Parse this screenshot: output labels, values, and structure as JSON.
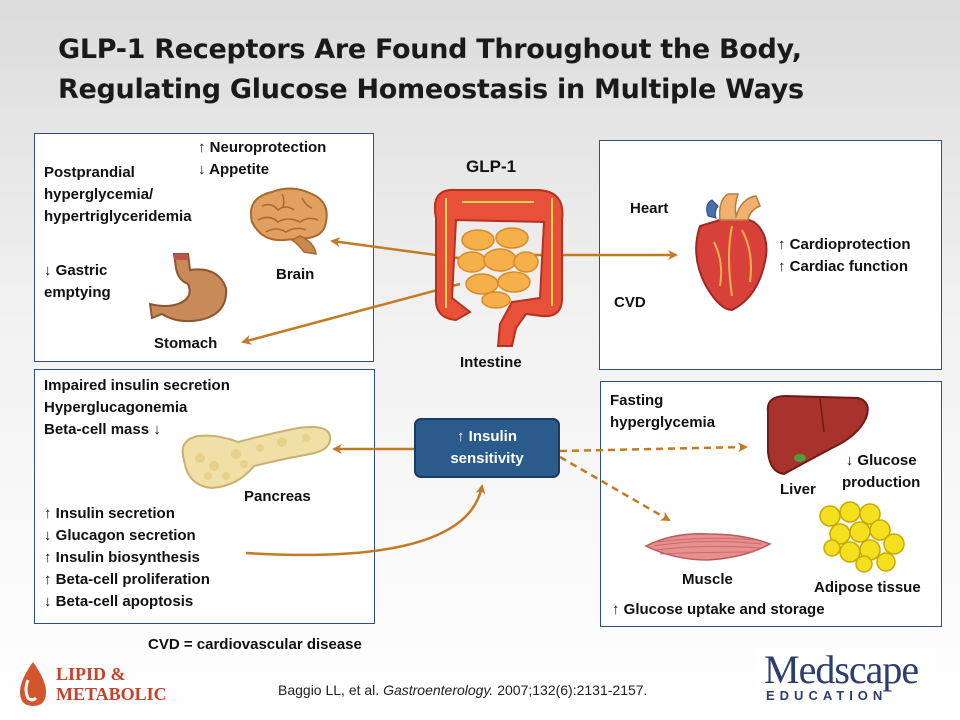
{
  "title": {
    "line1": "GLP-1 Receptors Are Found Throughout the Body,",
    "line2": "Regulating Glucose Homeostasis in Multiple Ways"
  },
  "center": {
    "glp1_label": "GLP-1",
    "intestine_label": "Intestine"
  },
  "panel_brain_stomach": {
    "condition_lines": [
      "Postprandial",
      "hyperglycemia/",
      "hypertriglyceridemia"
    ],
    "brain_effects": [
      "↑ Neuroprotection",
      "↓ Appetite"
    ],
    "brain_label": "Brain",
    "gastric_lines": [
      "↓ Gastric",
      "emptying"
    ],
    "stomach_label": "Stomach"
  },
  "panel_heart": {
    "heart_label": "Heart",
    "effects": [
      "↑ Cardioprotection",
      "↑ Cardiac function"
    ],
    "cvd_label": "CVD"
  },
  "panel_pancreas": {
    "condition_lines": [
      "Impaired insulin secretion",
      "Hyperglucagonemia",
      "Beta-cell mass ↓"
    ],
    "pancreas_label": "Pancreas",
    "effects": [
      "↑ Insulin secretion",
      "↓ Glucagon secretion",
      "↑ Insulin biosynthesis",
      "↑ Beta-cell proliferation",
      "↓ Beta-cell apoptosis"
    ]
  },
  "insulin_box": {
    "line1": "↑ Insulin",
    "line2": "sensitivity"
  },
  "panel_liver": {
    "condition_lines": [
      "Fasting",
      "hyperglycemia"
    ],
    "liver_label": "Liver",
    "liver_effect_lines": [
      "↓ Glucose",
      "production"
    ],
    "muscle_label": "Muscle",
    "adipose_label": "Adipose tissue",
    "uptake_label": "↑ Glucose uptake and storage"
  },
  "footnote": "CVD = cardiovascular disease",
  "citation": {
    "authors": "Baggio LL, et al. ",
    "journal": "Gastroenterology.",
    "details": " 2007;132(6):2131-2157."
  },
  "logo_left": {
    "line1": "LIPID &",
    "line2": "METABOLIC"
  },
  "logo_right": {
    "line1": "Medscape",
    "line2": "EDUCATION"
  },
  "colors": {
    "panel_border": "#2f4f7f",
    "arrow": "#c47a23",
    "insulin_box": "#2b5a8c",
    "logo_red": "#c7412a",
    "medscape_blue": "#2c3e70"
  }
}
